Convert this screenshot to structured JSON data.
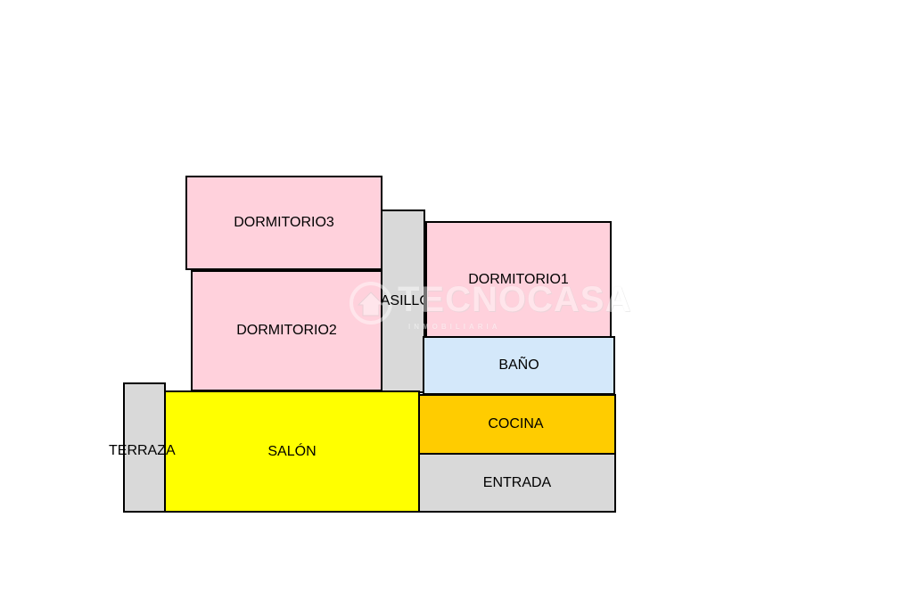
{
  "rooms": {
    "dormitorio3": {
      "label": "DORMITORIO3",
      "color": "#ffd1dc"
    },
    "dormitorio2": {
      "label": "DORMITORIO2",
      "color": "#ffd1dc"
    },
    "pasillo": {
      "label": "PASILLO",
      "color": "#d9d9d9"
    },
    "dormitorio1": {
      "label": "DORMITORIO1",
      "color": "#ffd1dc"
    },
    "bano": {
      "label": "BAÑO",
      "color": "#d4e8fa"
    },
    "cocina": {
      "label": "COCINA",
      "color": "#ffcc00"
    },
    "entrada": {
      "label": "ENTRADA",
      "color": "#d9d9d9"
    },
    "salon": {
      "label": "SALÓN",
      "color": "#ffff00"
    },
    "terraza": {
      "label": "TERRAZA",
      "color": "#d9d9d9"
    }
  },
  "watermark": {
    "brand": "TECNOCASA",
    "tagline": "INMOBILIARIA"
  }
}
